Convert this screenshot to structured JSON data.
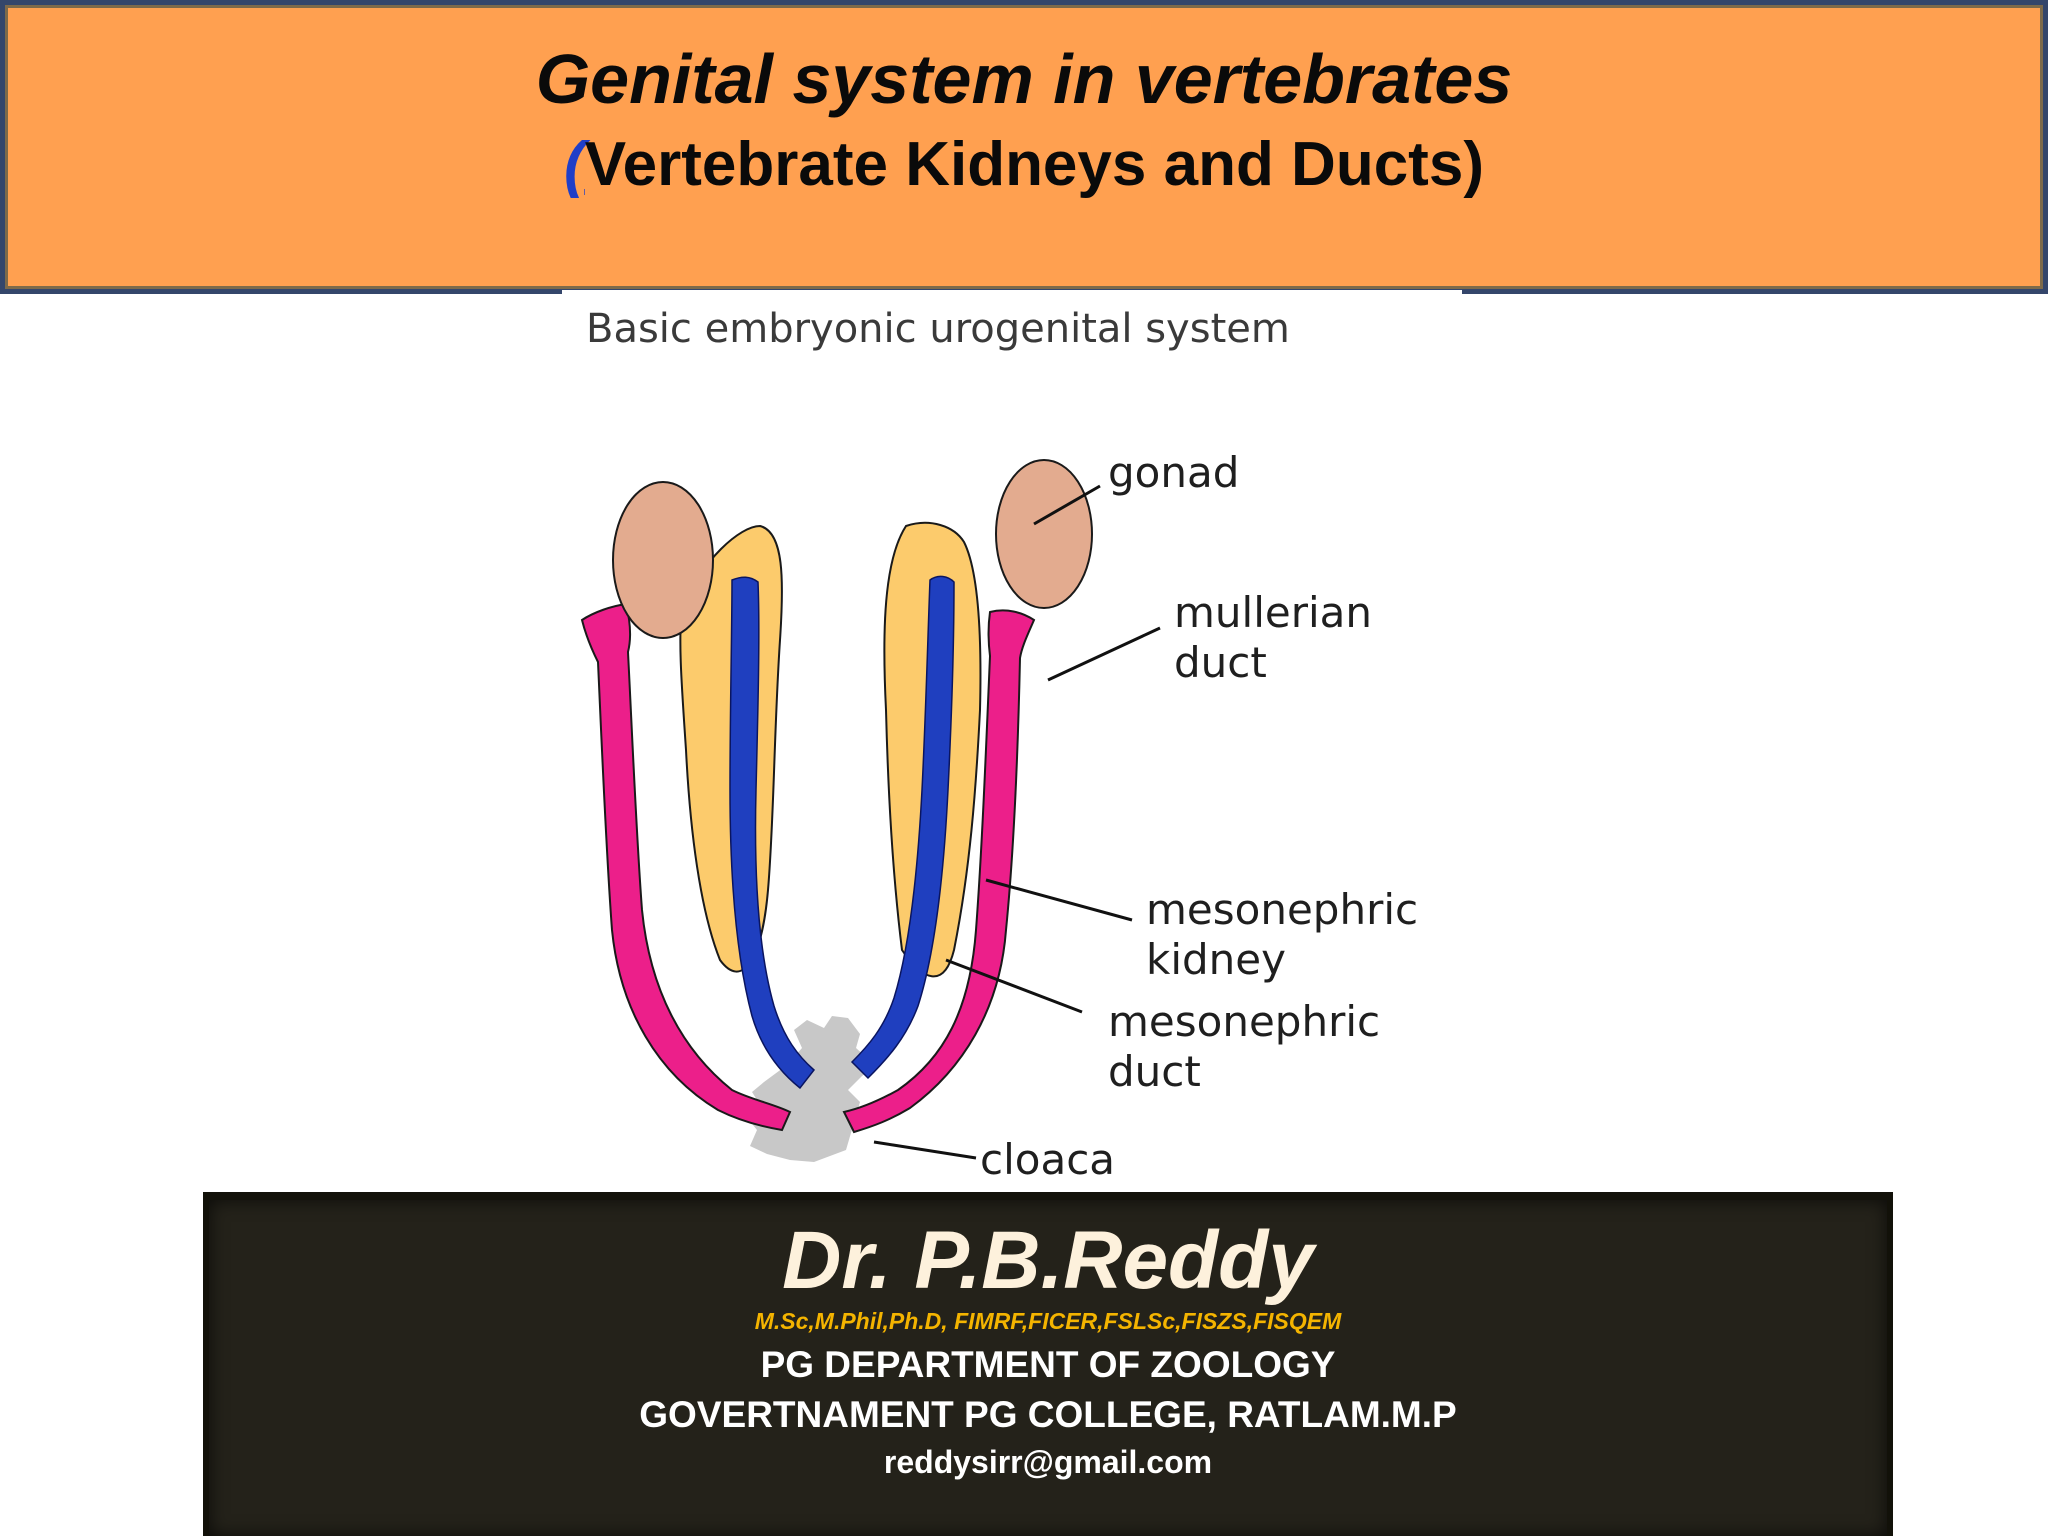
{
  "slide": {
    "title": "Genital system in vertebrates",
    "subtitle_paren": "(",
    "subtitle_text": "Vertebrate Kidneys and Ducts)"
  },
  "diagram": {
    "heading": "Basic embryonic urogenital system",
    "labels": {
      "gonad": "gonad",
      "mullerian_1": "mullerian",
      "mullerian_2": "duct",
      "mesokidney_1": "mesonephric",
      "mesokidney_2": "kidney",
      "mesoduct_1": "mesonephric",
      "mesoduct_2": "duct",
      "cloaca": "cloaca"
    },
    "colors": {
      "gonad": "#e3ab8f",
      "kidney": "#fccb6c",
      "mullerian_duct": "#ec1f8a",
      "mesonephric_duct": "#1f3fbf",
      "cloaca": "#c8c8c8"
    }
  },
  "footer": {
    "name": "Dr. P.B.Reddy",
    "qualifications": "M.Sc,M.Phil,Ph.D,  FIMRF,FICER,FSLSc,FISZS,FISQEM",
    "department": "PG DEPARTMENT OF ZOOLOGY",
    "college": "GOVERTNAMENT PG COLLEGE, RATLAM.M.P",
    "email": "reddysirr@gmail.com"
  }
}
